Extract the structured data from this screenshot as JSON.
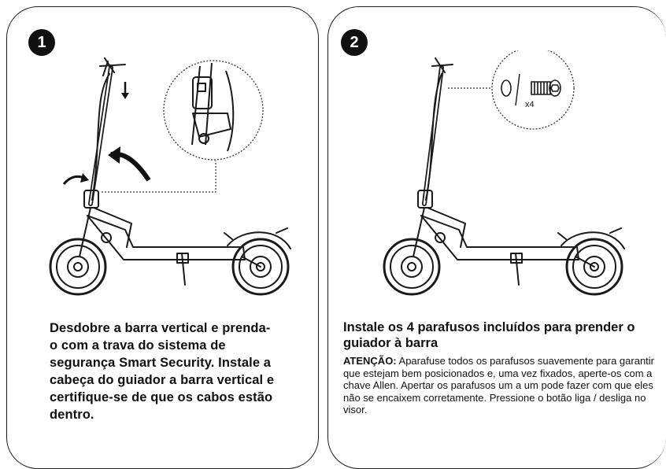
{
  "steps": [
    {
      "number": "1",
      "text": "Desdobre a barra vertical e prenda-o com a trava do sistema de segurança Smart Security. Instale a cabeça do guiador a barra vertical e certifique-se de que os cabos estão dentro."
    },
    {
      "number": "2",
      "title": "Instale os 4 parafusos incluídos para prender o guiador à barra",
      "warning_label": "ATENÇÃO:",
      "warning_text": " Aparafuse todos os parafusos suavemente para garantir que estejam bem posicionados e, uma vez fixados, aperte-os com a chave Allen. Apertar os parafusos um a um pode fazer com que eles não se encaixem corretamente. Pressione o botão liga / desliga no visor.",
      "screw_quantity": "x4"
    }
  ]
}
